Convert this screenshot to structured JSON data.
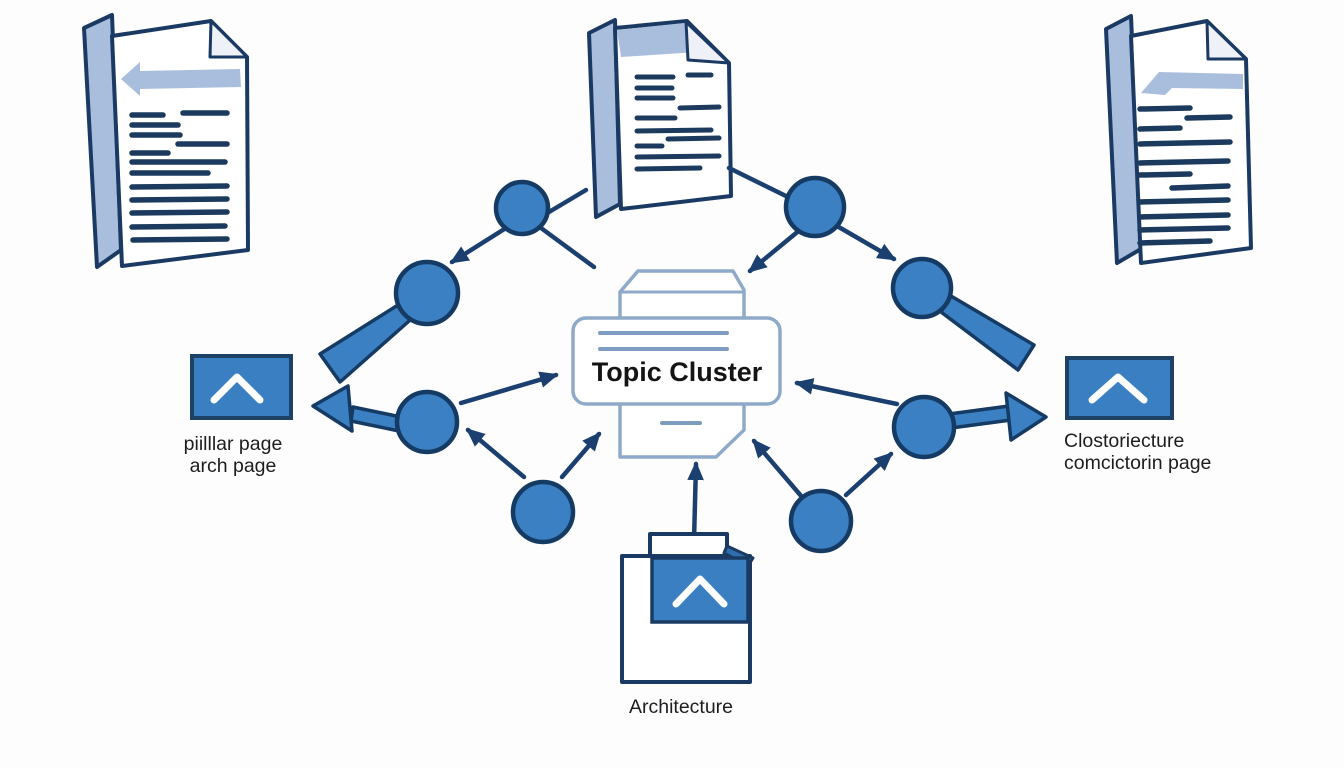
{
  "diagram": {
    "nodes": {
      "center": {
        "label": "Topic Cluster"
      },
      "left": {
        "line1": "piilllar page",
        "line2": "arch page"
      },
      "right": {
        "line1": "Clostoriecture",
        "line2": "comcictorin page"
      },
      "bottom": {
        "label": "Architecture"
      }
    },
    "colors": {
      "node_fill": "#3b80c2",
      "node_stroke": "#153a63",
      "outline_navy": "#1b3a63",
      "light_blue": "#a9bedd",
      "center_outline": "#8fa9c9",
      "center_lines": "#7d9cc0",
      "arrow": "#1b4070",
      "label_text": "#1d1d1f",
      "background": "#fdfdfe"
    }
  }
}
